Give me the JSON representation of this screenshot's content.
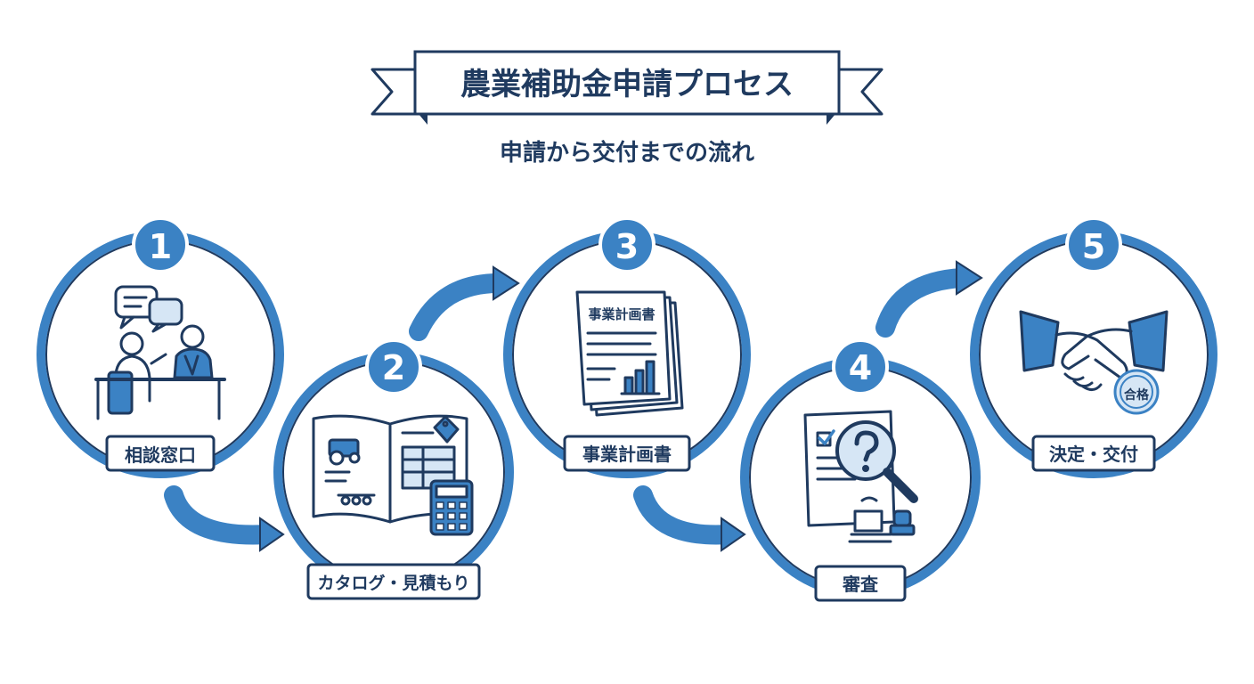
{
  "title": "農業補助金申請プロセス",
  "subtitle": "申請から交付までの流れ",
  "colors": {
    "navy": "#1f3a5f",
    "blue": "#3b82c4",
    "light_blue": "#d6e6f5",
    "white": "#ffffff"
  },
  "steps": [
    {
      "number": "1",
      "label": "相談窓口",
      "icon": "consultation-icon"
    },
    {
      "number": "2",
      "label": "カタログ・見積もり",
      "icon": "catalog-calculator-icon"
    },
    {
      "number": "3",
      "label": "事業計画書",
      "icon": "business-plan-icon",
      "doc_title": "事業計画書"
    },
    {
      "number": "4",
      "label": "審査",
      "icon": "review-magnifier-icon"
    },
    {
      "number": "5",
      "label": "決定・交付",
      "icon": "handshake-icon",
      "stamp": "合格"
    }
  ]
}
